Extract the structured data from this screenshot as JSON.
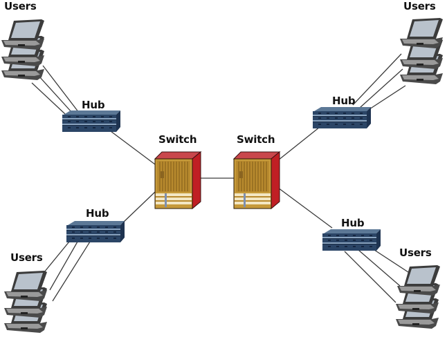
{
  "diagram": {
    "description": "Network topology with two interconnected switches, each connected to two hubs, each hub serving three user laptops",
    "colors": {
      "background": "#ffffff",
      "link_line": "#3a3a3a",
      "hub_body": "#2b4566",
      "hub_stripe": "#6f8cab",
      "switch_top": "#c9474c",
      "switch_side": "#c01f24",
      "switch_front": "#b88a2e",
      "switch_grid": "#8a6420",
      "laptop_body": "#8c8c8c",
      "laptop_screen": "#b9c2cc"
    },
    "nodes": {
      "switch_left": {
        "type": "switch",
        "label": "Switch"
      },
      "switch_right": {
        "type": "switch",
        "label": "Switch"
      },
      "hub_top_left": {
        "type": "hub",
        "label": "Hub"
      },
      "hub_bottom_left": {
        "type": "hub",
        "label": "Hub"
      },
      "hub_top_right": {
        "type": "hub",
        "label": "Hub"
      },
      "hub_bottom_right": {
        "type": "hub",
        "label": "Hub"
      },
      "users_top_left": {
        "type": "laptop-group",
        "label": "Users",
        "count": 3
      },
      "users_bottom_left": {
        "type": "laptop-group",
        "label": "Users",
        "count": 3
      },
      "users_top_right": {
        "type": "laptop-group",
        "label": "Users",
        "count": 3
      },
      "users_bottom_right": {
        "type": "laptop-group",
        "label": "Users",
        "count": 3
      }
    },
    "edges": [
      {
        "from": "switch_left",
        "to": "switch_right"
      },
      {
        "from": "switch_left",
        "to": "hub_top_left"
      },
      {
        "from": "switch_left",
        "to": "hub_bottom_left"
      },
      {
        "from": "switch_right",
        "to": "hub_top_right"
      },
      {
        "from": "switch_right",
        "to": "hub_bottom_right"
      },
      {
        "from": "hub_top_left",
        "to": "users_top_left",
        "links": 3
      },
      {
        "from": "hub_bottom_left",
        "to": "users_bottom_left",
        "links": 3
      },
      {
        "from": "hub_top_right",
        "to": "users_top_right",
        "links": 3
      },
      {
        "from": "hub_bottom_right",
        "to": "users_bottom_right",
        "links": 3
      }
    ]
  }
}
